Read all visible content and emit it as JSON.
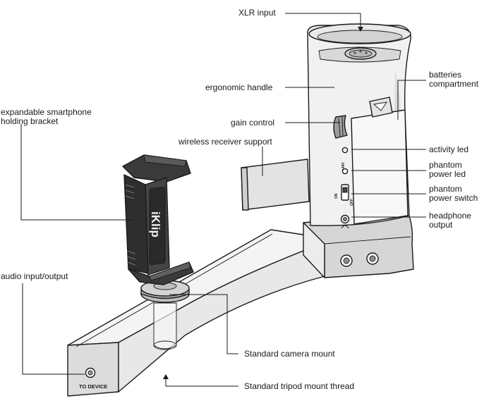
{
  "labels": {
    "xlr_input": "XLR input",
    "ergonomic_handle": "ergonomic handle",
    "batteries_compartment": "batteries\ncompartment",
    "gain_control": "gain control",
    "expandable_bracket": "expandable smartphone\nholding bracket",
    "wireless_receiver_support": "wireless receiver support",
    "activity_led": "activity led",
    "phantom_power_led": "phantom\npower led",
    "phantom_power_switch": "phantom\npower switch",
    "headphone_output": "headphone\noutput",
    "audio_io": "audio input/output",
    "camera_mount": "Standard camera mount",
    "tripod_thread": "Standard tripod mount thread"
  },
  "device_text": {
    "brand": "iKlip",
    "port_label": "TO DEVICE",
    "phantom_mark": "+48V",
    "switch_on": "ON",
    "switch_off": "OFF"
  }
}
